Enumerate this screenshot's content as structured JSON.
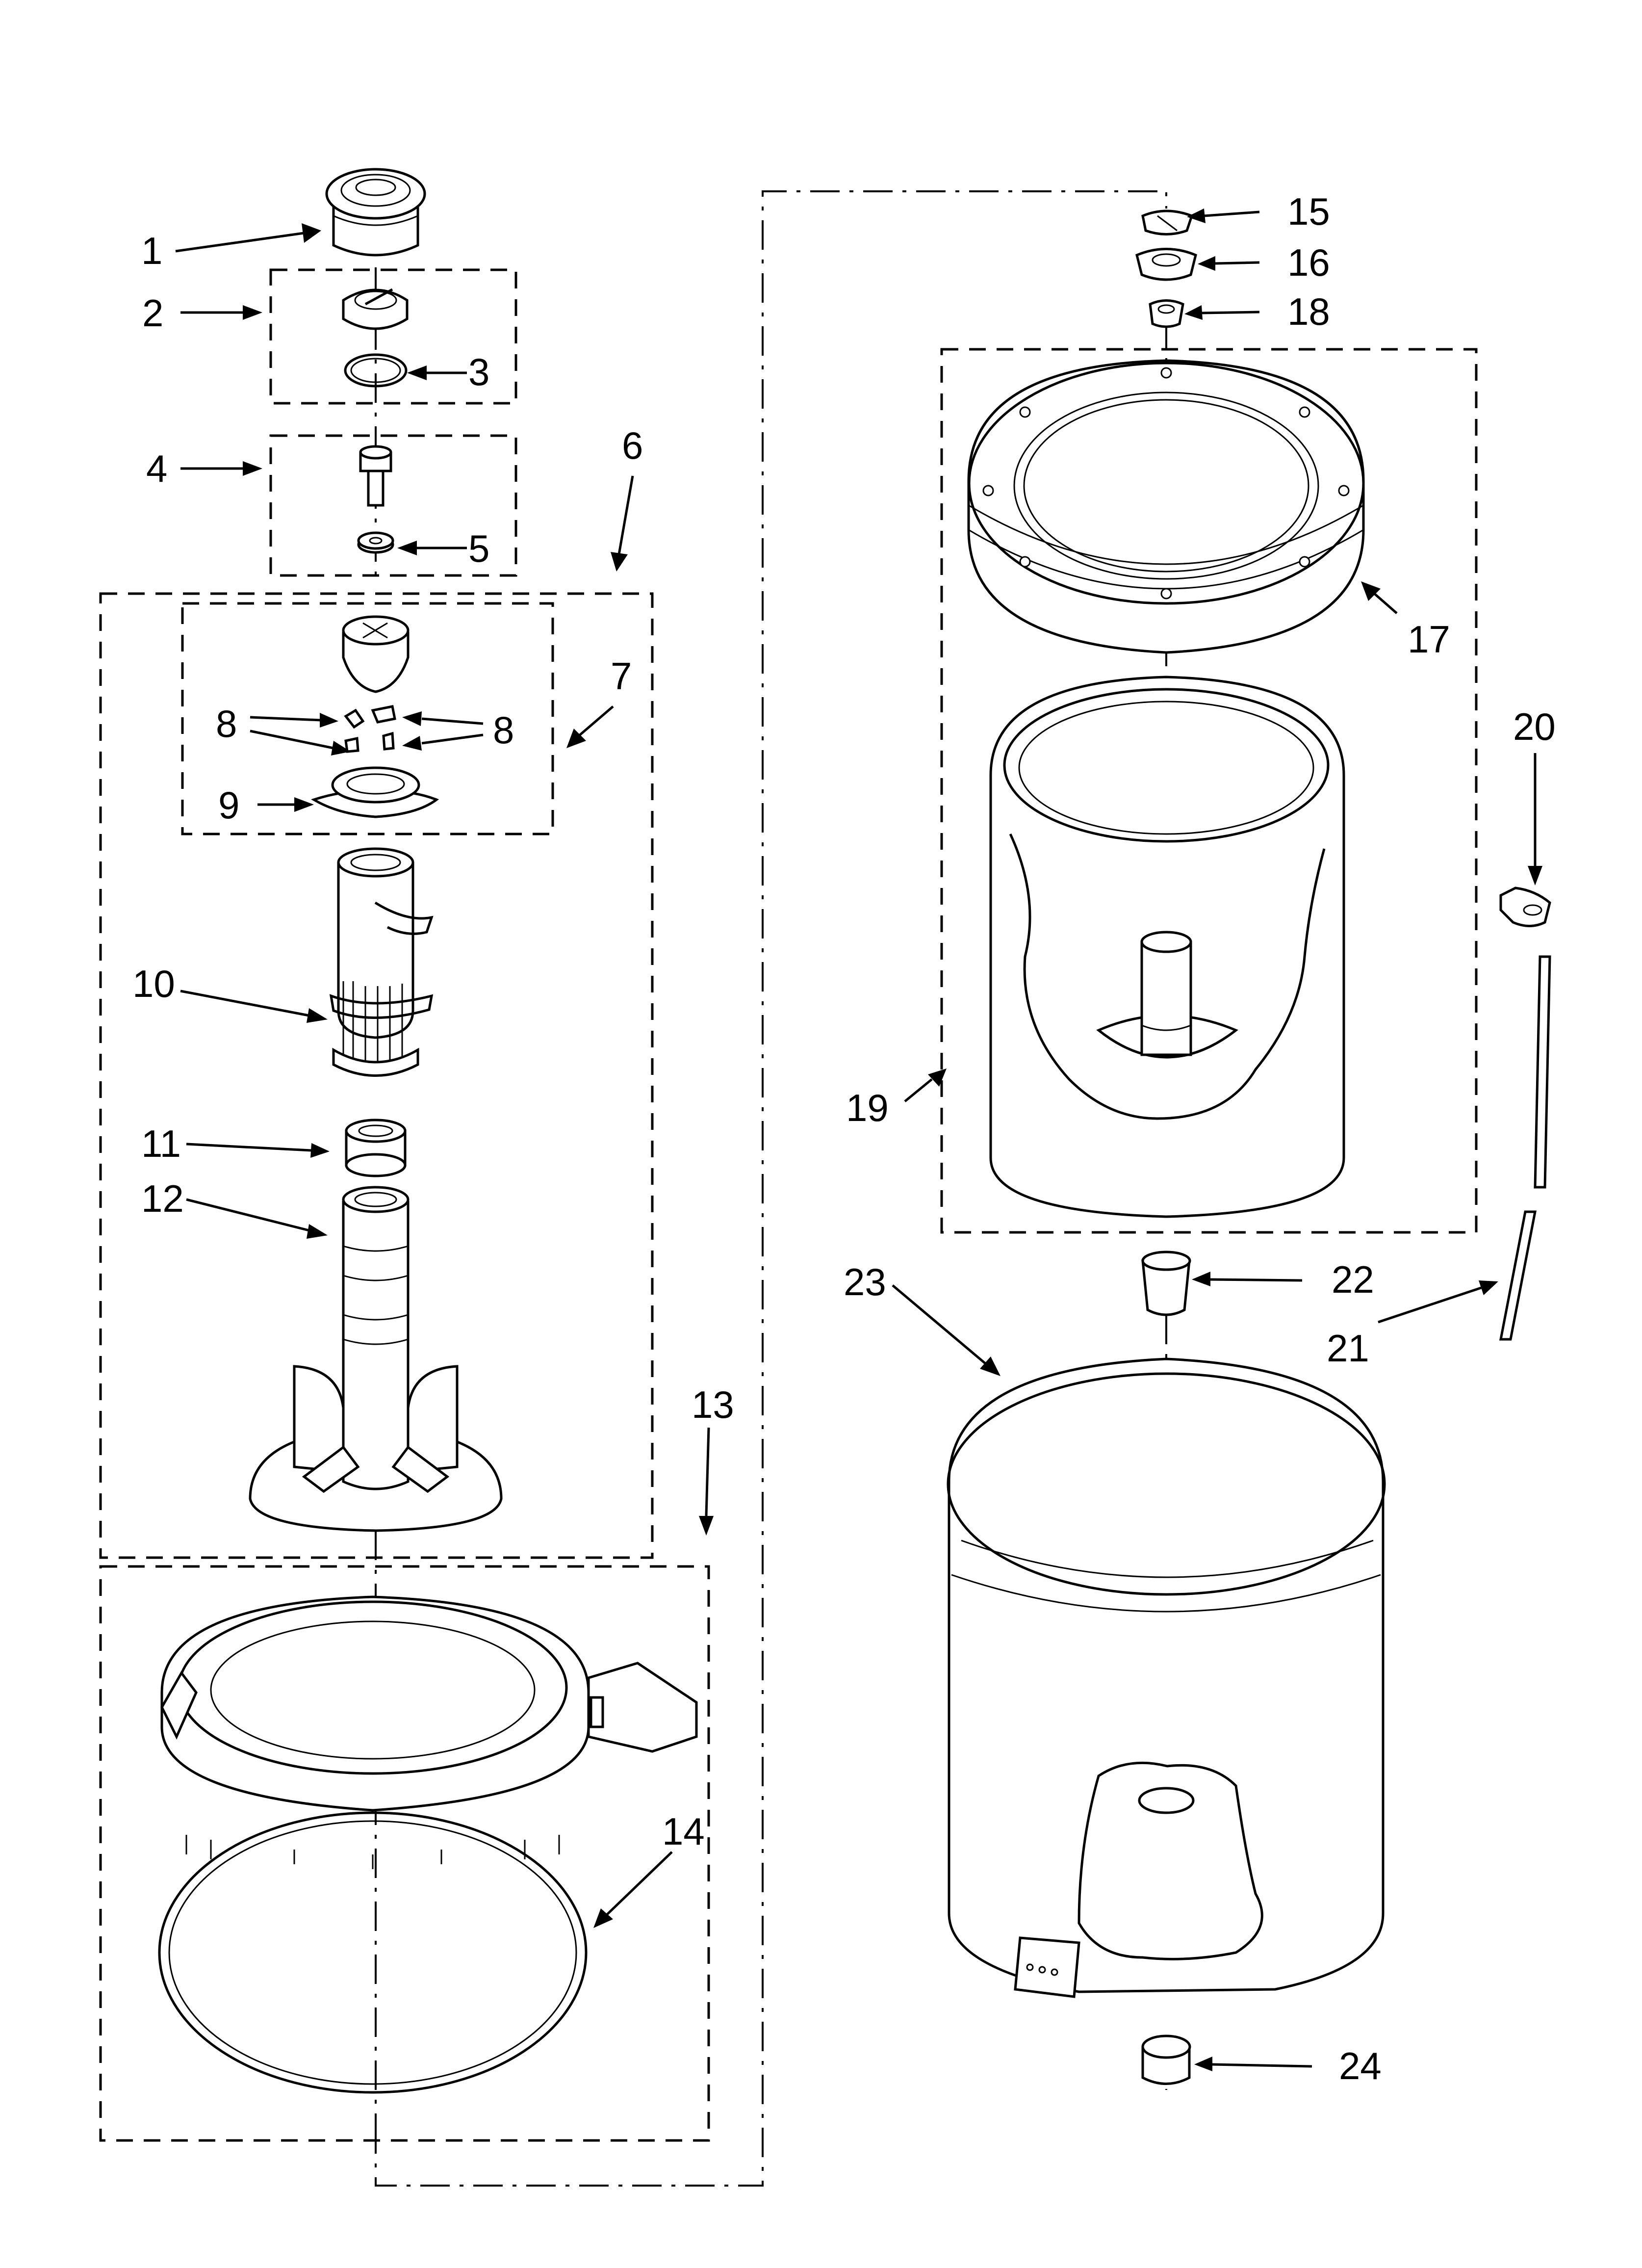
{
  "callouts": {
    "c1": "1",
    "c2": "2",
    "c3": "3",
    "c4": "4",
    "c5": "5",
    "c6": "6",
    "c7": "7",
    "c8a": "8",
    "c8b": "8",
    "c9": "9",
    "c10": "10",
    "c11": "11",
    "c12": "12",
    "c13": "13",
    "c14": "14",
    "c15": "15",
    "c16": "16",
    "c17": "17",
    "c18": "18",
    "c19": "19",
    "c20": "20",
    "c21": "21",
    "c22": "22",
    "c23": "23",
    "c24": "24"
  }
}
